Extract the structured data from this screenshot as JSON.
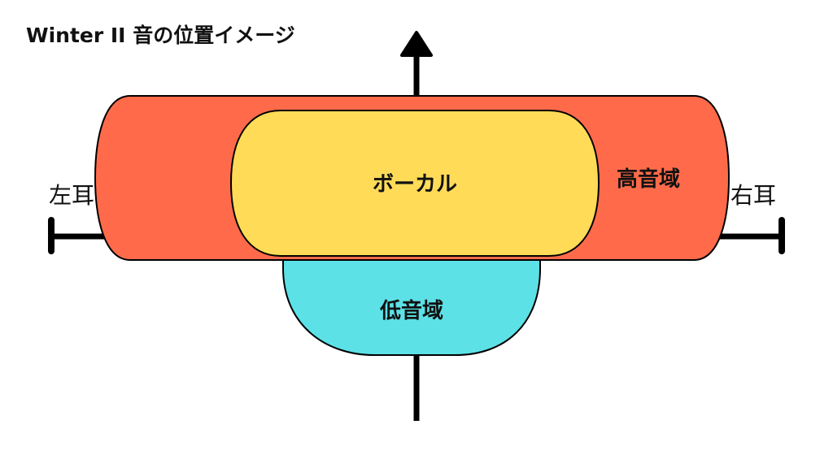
{
  "title": "Winter II 音の位置イメージ",
  "labels": {
    "vocal": "ボーカル",
    "high": "高音域",
    "low": "低音域",
    "left_ear": "左耳",
    "right_ear": "右耳"
  },
  "colors": {
    "high": "#FF6B4A",
    "vocal": "#FFDB58",
    "low": "#5CE1E6",
    "axis": "#000000"
  }
}
